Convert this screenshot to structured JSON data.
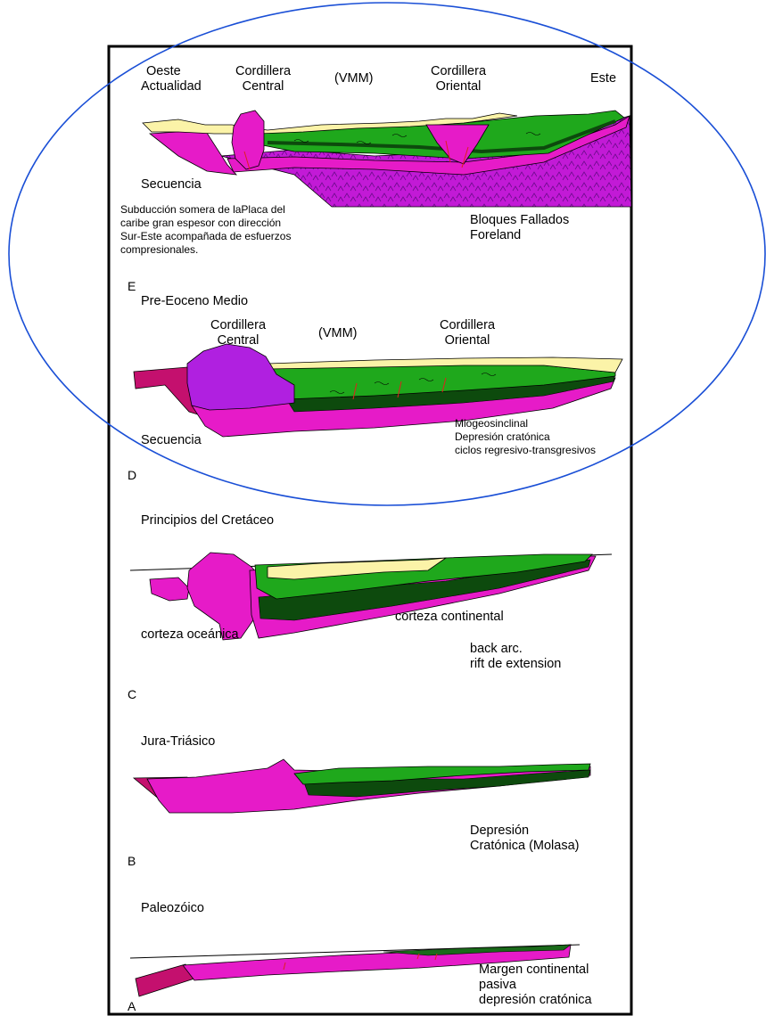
{
  "panel_e": {
    "west": "Oeste",
    "present": "Actualidad",
    "cc_1": "Cordillera",
    "cc_2": "Central",
    "vmm": "(VMM)",
    "co_1": "Cordillera",
    "co_2": "Oriental",
    "east": "Este",
    "sequence": "Secuencia",
    "note_1": "Subducción somera de laPlaca del",
    "note_2": "caribe gran espesor con dirección",
    "note_3": "Sur-Este acompañada de esfuerzos",
    "note_4": "compresionales.",
    "blocks_1": "Bloques Fallados",
    "blocks_2": "Foreland",
    "letter": "E"
  },
  "panel_d": {
    "title": "Pre-Eoceno Medio",
    "cc_1": "Cordillera",
    "cc_2": "Central",
    "vmm": "(VMM)",
    "co_1": "Cordillera",
    "co_2": "Oriental",
    "sequence": "Secuencia",
    "note_1": "Miogeosinclinal",
    "note_2": "Depresión cratónica",
    "note_3": "ciclos regresivo-transgresivos",
    "letter": "D"
  },
  "panel_c": {
    "title": "Principios del Cretáceo",
    "continental": "corteza continental",
    "oceanic": "corteza oceánica",
    "note_1": "back arc.",
    "note_2": "rift de extension",
    "letter": "C"
  },
  "panel_b": {
    "title": "Jura-Triásico",
    "note_1": "Depresión",
    "note_2": "Cratónica (Molasa)",
    "letter": "B"
  },
  "panel_a": {
    "title": "Paleozóico",
    "note_1": "Margen continental",
    "note_2": "pasiva",
    "note_3": "depresión cratónica",
    "letter": "A"
  },
  "colors": {
    "magenta": "#e61bc8",
    "dark_magenta": "#c4106e",
    "purple": "#b020e0",
    "green": "#1fa81c",
    "dark_green": "#0d4a0d",
    "yellow": "#fbf3a8",
    "ellipse": "#1a4fd6"
  }
}
